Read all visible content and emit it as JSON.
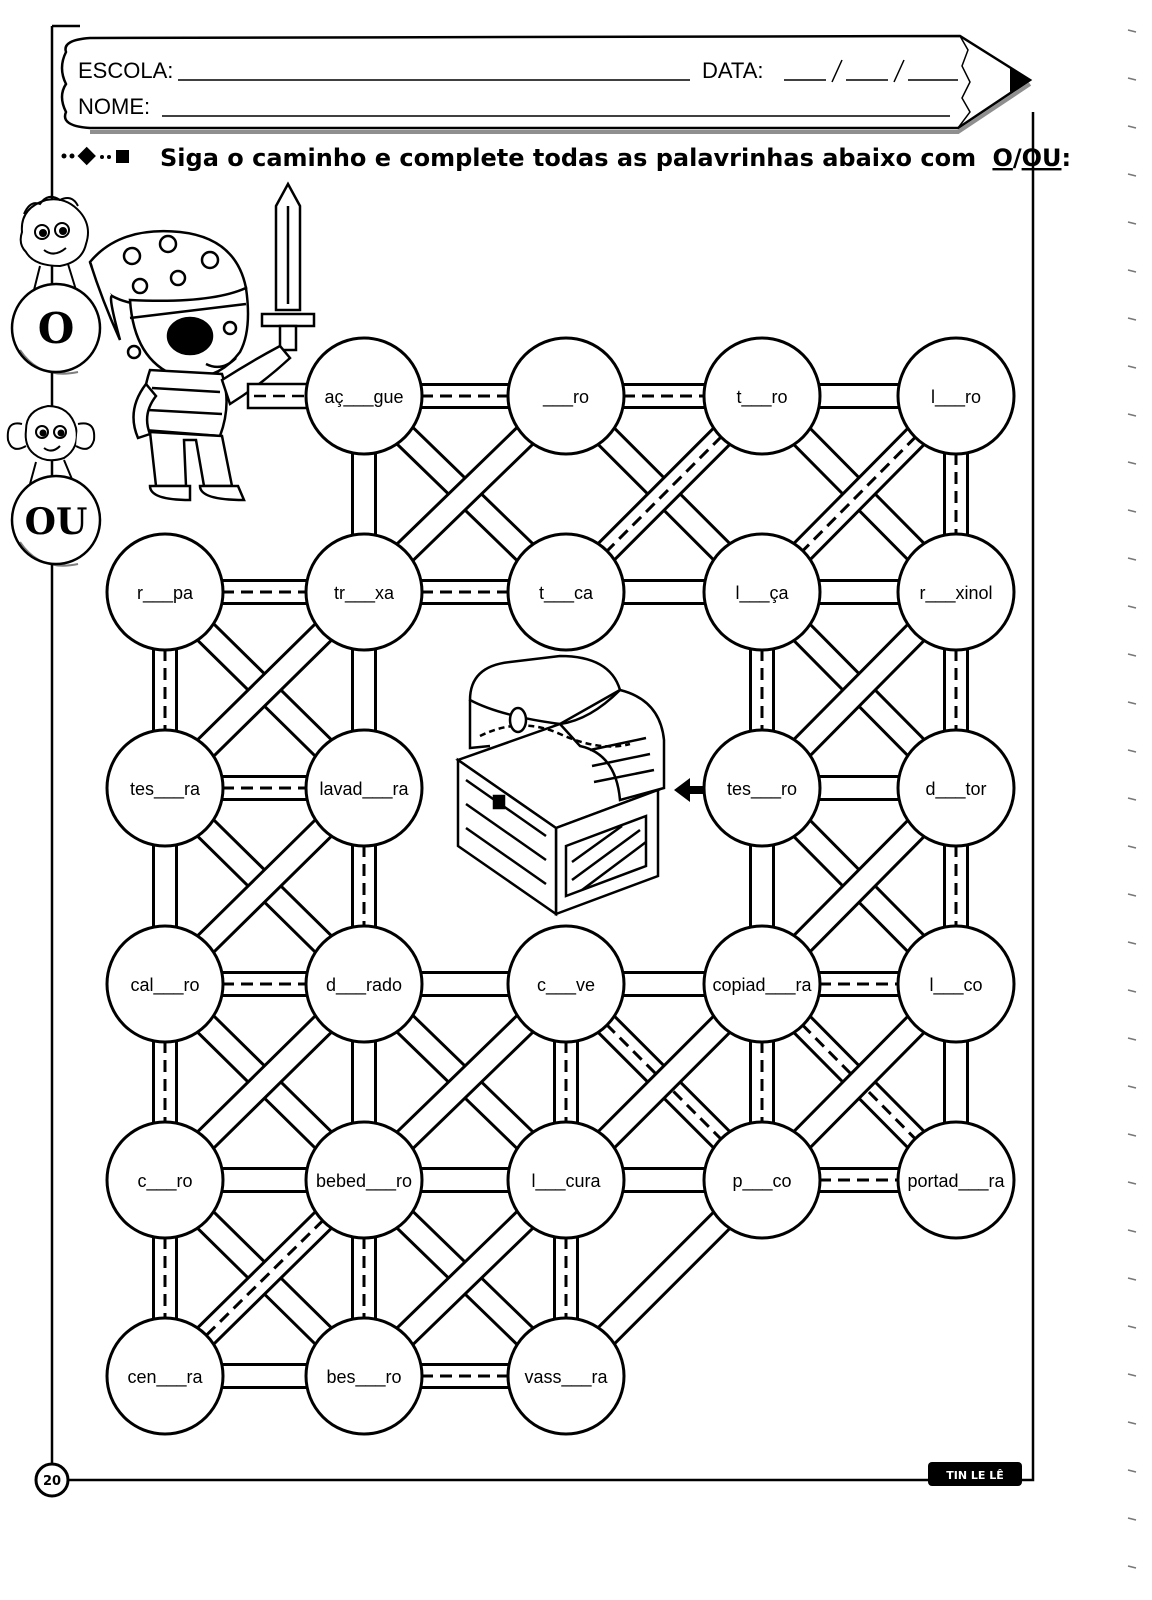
{
  "header": {
    "school_label": "ESCOLA:",
    "date_label": "DATA:",
    "name_label": "NOME:"
  },
  "instruction": {
    "text_before": "Siga o caminho e complete todas as palavrinhas abaixo com",
    "option_o": "O",
    "separator": "/",
    "option_ou": "OU",
    "text_after": ":"
  },
  "side_labels": {
    "o": "O",
    "ou": "OU"
  },
  "maze": {
    "nodes": [
      {
        "id": "n0",
        "label": "aç___gue"
      },
      {
        "id": "n1",
        "label": "___ro"
      },
      {
        "id": "n2",
        "label": "t___ro"
      },
      {
        "id": "n3",
        "label": "l___ro"
      },
      {
        "id": "n4",
        "label": "r___pa"
      },
      {
        "id": "n5",
        "label": "tr___xa"
      },
      {
        "id": "n6",
        "label": "t___ca"
      },
      {
        "id": "n7",
        "label": "l___ça"
      },
      {
        "id": "n8",
        "label": "r___xinol"
      },
      {
        "id": "n9",
        "label": "tes___ra"
      },
      {
        "id": "n10",
        "label": "lavad___ra"
      },
      {
        "id": "n11",
        "label": "tes___ro"
      },
      {
        "id": "n12",
        "label": "d___tor"
      },
      {
        "id": "n13",
        "label": "cal___ro"
      },
      {
        "id": "n14",
        "label": "d___rado"
      },
      {
        "id": "n15",
        "label": "c___ve"
      },
      {
        "id": "n16",
        "label": "copiad___ra"
      },
      {
        "id": "n17",
        "label": "l___co"
      },
      {
        "id": "n18",
        "label": "c___ro"
      },
      {
        "id": "n19",
        "label": "bebed___ro"
      },
      {
        "id": "n20",
        "label": "l___cura"
      },
      {
        "id": "n21",
        "label": "p___co"
      },
      {
        "id": "n22",
        "label": "portad___ra"
      },
      {
        "id": "n23",
        "label": "cen___ra"
      },
      {
        "id": "n24",
        "label": "bes___ro"
      },
      {
        "id": "n25",
        "label": "vass___ra"
      }
    ]
  },
  "footer": {
    "page_number": "20",
    "brand": "TIN LE LÊ"
  }
}
